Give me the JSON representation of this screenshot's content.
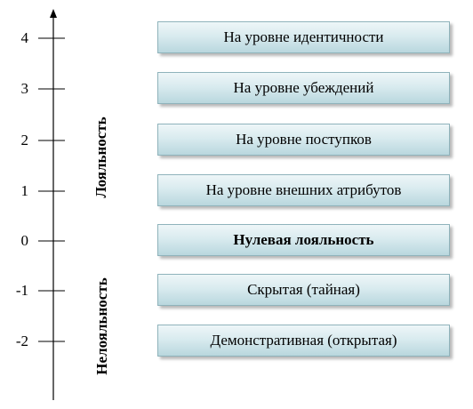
{
  "scale": {
    "ticks": [
      {
        "value": "4"
      },
      {
        "value": "3"
      },
      {
        "value": "2"
      },
      {
        "value": "1"
      },
      {
        "value": "0"
      },
      {
        "value": "-1"
      },
      {
        "value": "-2"
      }
    ]
  },
  "axis_labels": {
    "loyalty": "Лояльность",
    "disloyalty": "Нелояльность"
  },
  "levels": [
    {
      "label": "На уровне идентичности"
    },
    {
      "label": "На уровне убеждений"
    },
    {
      "label": "На уровне поступков"
    },
    {
      "label": "На уровне внешних атрибутов"
    },
    {
      "label": "Нулевая лояльность"
    },
    {
      "label": "Скрытая (тайная)"
    },
    {
      "label": "Демонстративная (открытая)"
    }
  ],
  "colors": {
    "box_border": "#8fb3bb",
    "box_fill_top": "#eef6f8",
    "box_fill_bottom": "#b9d7de"
  }
}
